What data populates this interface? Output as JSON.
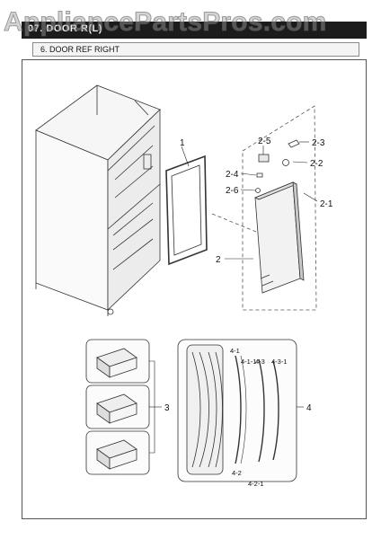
{
  "header": {
    "title": "07. DOOR R(L)",
    "subtitle": "6. DOOR REF RIGHT"
  },
  "watermark": "AppliancePartsPros.com",
  "callouts": {
    "c1": "1",
    "c2": "2",
    "c2_1": "2-1",
    "c2_2": "2-2",
    "c2_3": "2-3",
    "c2_4": "2-4",
    "c2_5": "2-5",
    "c2_6": "2-6",
    "c3": "3",
    "c4": "4",
    "c4_1": "4-1",
    "c4_1_1": "4-1-1",
    "c4_2": "4-2",
    "c4_2_1": "4-2-1",
    "c4_3": "4-3",
    "c4_3_1": "4-3-1"
  },
  "colors": {
    "header_bg": "#1c1c1c",
    "line": "#333333",
    "fill_light": "#f0f0f0",
    "shade": "#c8c8c8"
  }
}
